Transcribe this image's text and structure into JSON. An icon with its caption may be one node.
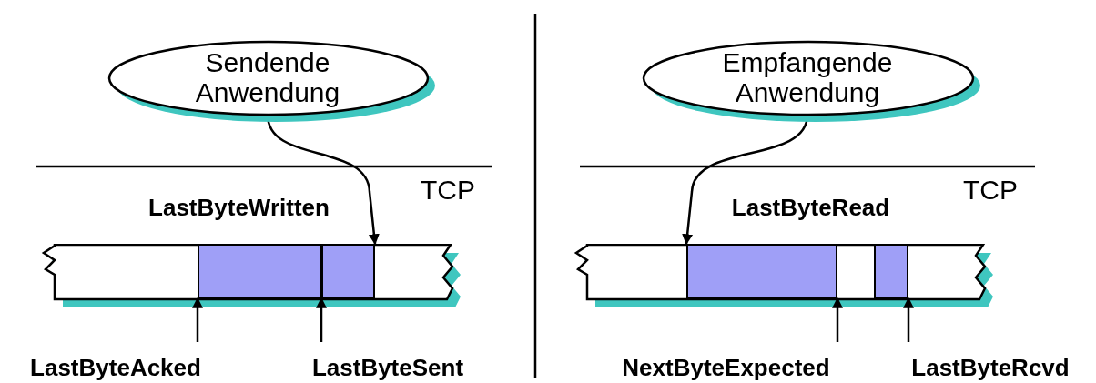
{
  "diagram": {
    "nodes": [
      {
        "text": [
          "Sendende Anwendung"
        ]
      },
      {
        "text": [],
        "shape": "bar"
      },
      {
        "text": [],
        "shape": "box",
        "in": 1
      },
      {
        "text": [],
        "shape": "box",
        "in": 1
      },
      {
        "text": [
          "LastByteAcked"
        ]
      },
      {
        "text": [
          "LastByteSent"
        ]
      },
      {
        "text": [
          "Empfangende Anwendung"
        ]
      },
      {
        "text": [],
        "shape": "bar"
      },
      {
        "text": [],
        "shape": "box",
        "in": 7
      },
      {
        "text": [],
        "shape": "box",
        "in": 7
      },
      {
        "text": [
          "NextByteExpected"
        ]
      },
      {
        "text": [
          "LastByteRcvd"
        ]
      }
    ],
    "edges": [
      {
        "from": 0,
        "to": 3,
        "arrow": "to",
        "label": "LastByteWritten"
      },
      {
        "from": 4,
        "to": 2,
        "arrow": "to"
      },
      {
        "from": 5,
        "to": 3,
        "arrow": "to"
      },
      {
        "from": 6,
        "to": 8,
        "arrow": "to",
        "label": "LastByteRead"
      },
      {
        "from": 10,
        "to": 8,
        "arrow": "to"
      },
      {
        "from": 11,
        "to": 9,
        "arrow": "to"
      }
    ],
    "labels": [
      "TCP",
      "TCP"
    ]
  }
}
